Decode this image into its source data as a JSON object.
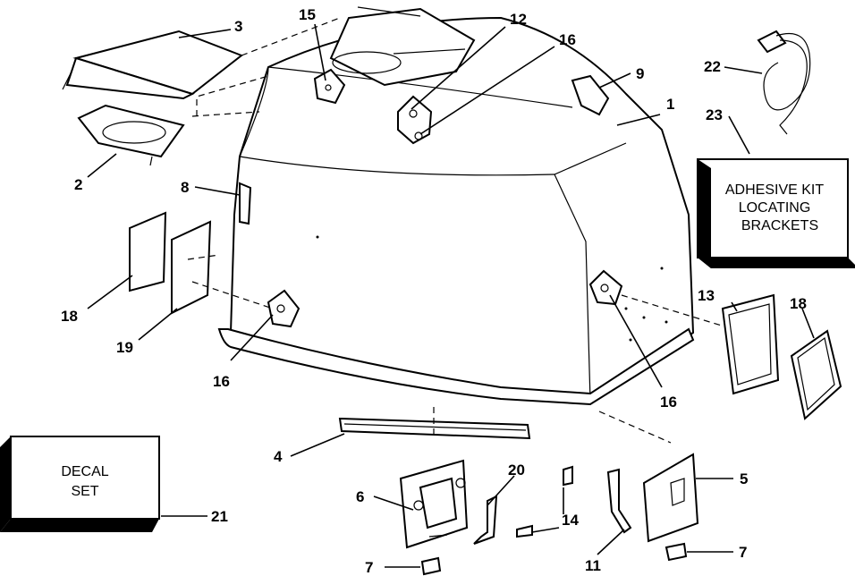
{
  "callouts": {
    "c1": "1",
    "c2": "2",
    "c3": "3",
    "c4": "4",
    "c5": "5",
    "c6": "6",
    "c7a": "7",
    "c7b": "7",
    "c8": "8",
    "c9": "9",
    "c11": "11",
    "c12": "12",
    "c13": "13",
    "c14": "14",
    "c15": "15",
    "c16a": "16",
    "c16b": "16",
    "c16c": "16",
    "c18a": "18",
    "c18b": "18",
    "c19": "19",
    "c20": "20",
    "c21": "21",
    "c22": "22",
    "c23": "23"
  },
  "boxes": {
    "adhesive": {
      "line1": "ADHESIVE KIT",
      "line2": "LOCATING",
      "line3": "BRACKETS"
    },
    "decal": {
      "line1": "DECAL",
      "line2": "SET"
    }
  }
}
